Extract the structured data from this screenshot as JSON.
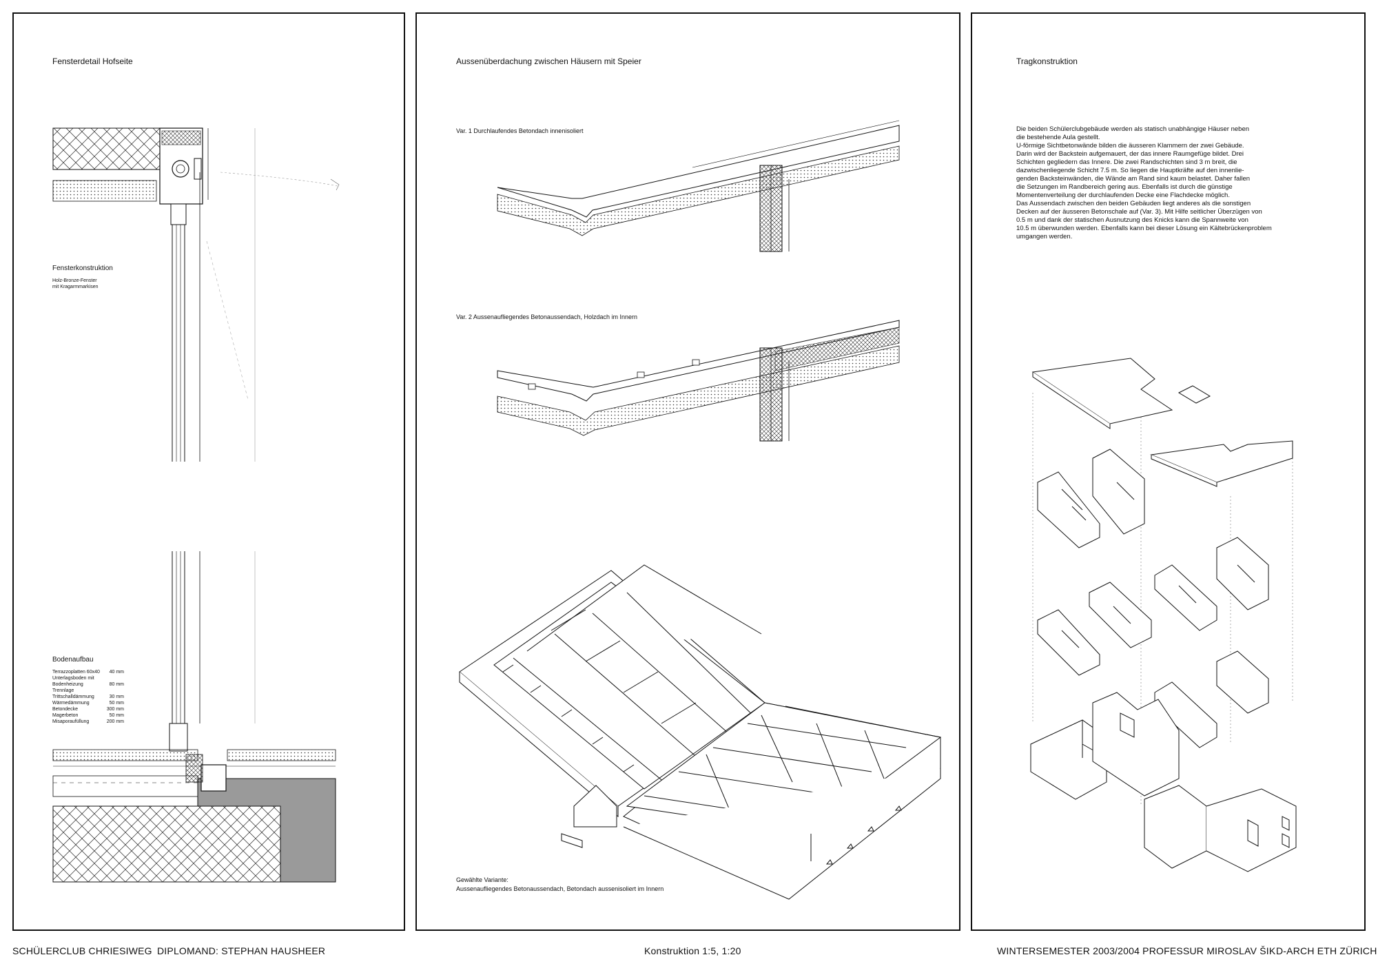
{
  "panel1": {
    "title": "Fensterdetail Hofseite",
    "window_heading": "Fensterkonstruktion",
    "window_lines": [
      "Holz-Bronze-Fenster",
      "mit Kragarmmarkisen"
    ],
    "floor_heading": "Bodenaufbau",
    "floor_layers": [
      {
        "name": "Terrazzoplatten 60x40",
        "value": "40 mm"
      },
      {
        "name": "Unterlagsboden mit",
        "value": ""
      },
      {
        "name": "Bodenheizung",
        "value": "80 mm"
      },
      {
        "name": "Trennlage",
        "value": ""
      },
      {
        "name": "Trittschalldämmung",
        "value": "30 mm"
      },
      {
        "name": "Wärmedämmung",
        "value": "50 mm"
      },
      {
        "name": "Betondecke",
        "value": "300 mm"
      },
      {
        "name": "Magerbeton",
        "value": "50 mm"
      },
      {
        "name": "Misaporaufüllung",
        "value": "200 mm"
      }
    ]
  },
  "panel2": {
    "title": "Aussenüberdachung zwischen Häusern mit Speier",
    "var1": "Var. 1 Durchlaufendes Betondach innenisoliert",
    "var2": "Var. 2 Aussenaufliegendes Betonaussendach, Holzdach im Innern",
    "chosen_label": "Gewählte Variante:",
    "chosen_text": "Aussenaufliegendes Betonaussendach, Betondach aussenisoliert im Innern"
  },
  "panel3": {
    "title": "Tragkonstruktion",
    "text_lines": [
      "Die beiden Schülerclubgebäude werden als statisch unabhängige Häuser neben",
      "die bestehende Aula gestellt.",
      "U-förmige Sichtbetonwände bilden die äusseren Klammern der zwei Gebäude.",
      "Darin wird der Backstein aufgemauert, der das innere Raumgefüge bildet. Drei",
      "Schichten gegliedern das Innere. Die zwei Randschichten sind 3 m breit, die",
      "dazwischenliegende Schicht 7.5 m. So liegen die Hauptkräfte auf den innenlie-",
      "genden Backsteinwänden, die Wände am Rand sind kaum belastet. Daher fallen",
      "die Setzungen im Randbereich gering aus. Ebenfalls ist durch die günstige",
      "Momentenverteilung der durchlaufenden Decke eine Flachdecke möglich.",
      "Das Aussendach zwischen den beiden Gebäuden liegt anderes als die sonstigen",
      "Decken auf der äusseren Betonschale auf (Var. 3). Mit Hilfe seitlicher Überzügen von",
      "0.5 m und dank der statischen Ausnutzung des Knicks kann die Spannweite von",
      "10.5 m überwunden werden. Ebenfalls kann bei dieser Lösung ein Kältebrückenproblem",
      "umgangen werden."
    ]
  },
  "footer": {
    "project": "SCHÜLERCLUB CHRIESIWEG",
    "student": "DIPLOMAND: STEPHAN HAUSHEER",
    "scale": "Konstruktion 1:5, 1:20",
    "semester": "WINTERSEMESTER 2003/2004 PROFESSUR MIROSLAV ŠIK",
    "school": "D-ARCH ETH ZÜRICH"
  },
  "colors": {
    "line": "#111111",
    "concrete": "#9a9a9a"
  }
}
